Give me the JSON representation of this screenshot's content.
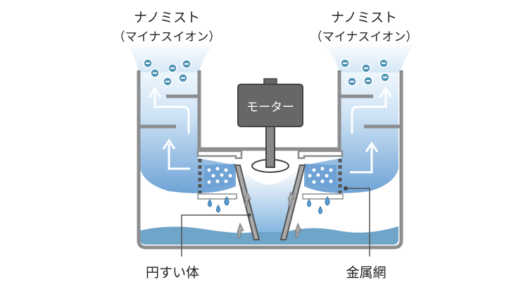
{
  "labels": {
    "left_title": "ナノミスト",
    "left_subtitle": "（マイナスイオン）",
    "right_title": "ナノミスト",
    "right_subtitle": "（マイナスイオン）",
    "motor": "モーター",
    "cone": "円すい体",
    "mesh": "金属網"
  },
  "colors": {
    "wall": "#8c8d8f",
    "water": "#6fa5c8",
    "mist_light": "#dcecf8",
    "mist_mid": "#7fb0dc",
    "motor": "#666769",
    "ion": "#4f95b5"
  }
}
